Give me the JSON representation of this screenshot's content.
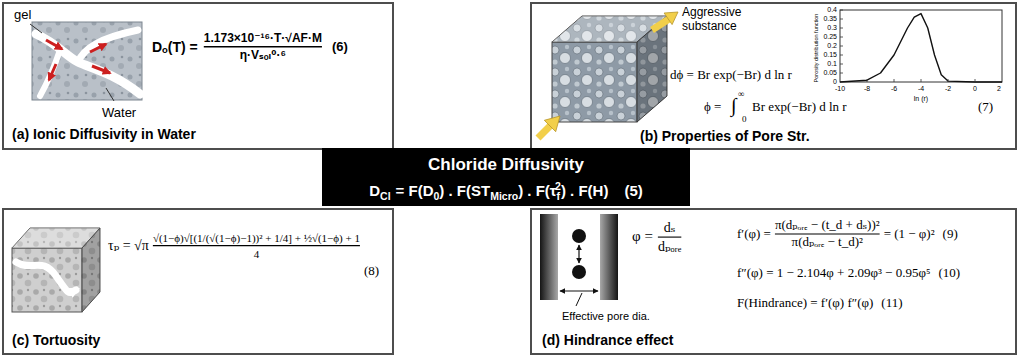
{
  "diagram": {
    "nodes": [
      {
        "text": [
          "gel",
          "Water",
          "Dₒ(T) =",
          "1.173×10⁻¹⁶·T·√AF·M",
          "η·Vₛₒₗ⁰·⁶",
          "(6)",
          "(a) Ionic Diffusivity in Water"
        ]
      },
      {
        "text": [
          "Aggressive substance",
          "dϕ = Br exp(−Br) d ln r",
          "ϕ =",
          "∞",
          "∫",
          "0",
          "Br exp(−Br) d ln r",
          "(7)",
          "(b) Properties of Pore Str.",
          "0.4",
          "0.35",
          "0.3",
          "0.25",
          "0.2",
          "0.15",
          "0.1",
          "0.05",
          "0",
          "-10",
          "-8",
          "-6",
          "-4",
          "-2",
          "0",
          "2",
          "ln (r)",
          "Porosity distribution function"
        ]
      },
      {
        "text": [
          "Chloride Diffusivity",
          "D",
          "Cl",
          "= F(D",
          "0",
          ") . F(ST",
          "Micro",
          ") . F(τ",
          "f",
          "2",
          ") . F(H)",
          "(5)"
        ]
      },
      {
        "text": [
          "τₚ = √π",
          "√(1−ϕ)√[(1/(√(1−ϕ)−1))² + 1/4] + ½√(1−ϕ) + 1",
          "4",
          "(8)",
          "(c) Tortuosity"
        ]
      },
      {
        "text": [
          "φ =",
          "dₛ",
          "dₚₒᵣₑ",
          "Effective pore dia.",
          "f′(φ) =",
          "π(dₚₒᵣₑ − (t_d + dₛ))²",
          "π(dₚₒᵣₑ − t_d)²",
          "= (1 − φ)²",
          "(9)",
          "f″(φ) = 1 − 2.104φ + 2.09φ³ − 0.95φ⁵",
          "(10)",
          "F(Hindrance) = f′(φ) f″(φ)",
          "(11)",
          "(d) Hindrance effect"
        ]
      }
    ]
  }
}
